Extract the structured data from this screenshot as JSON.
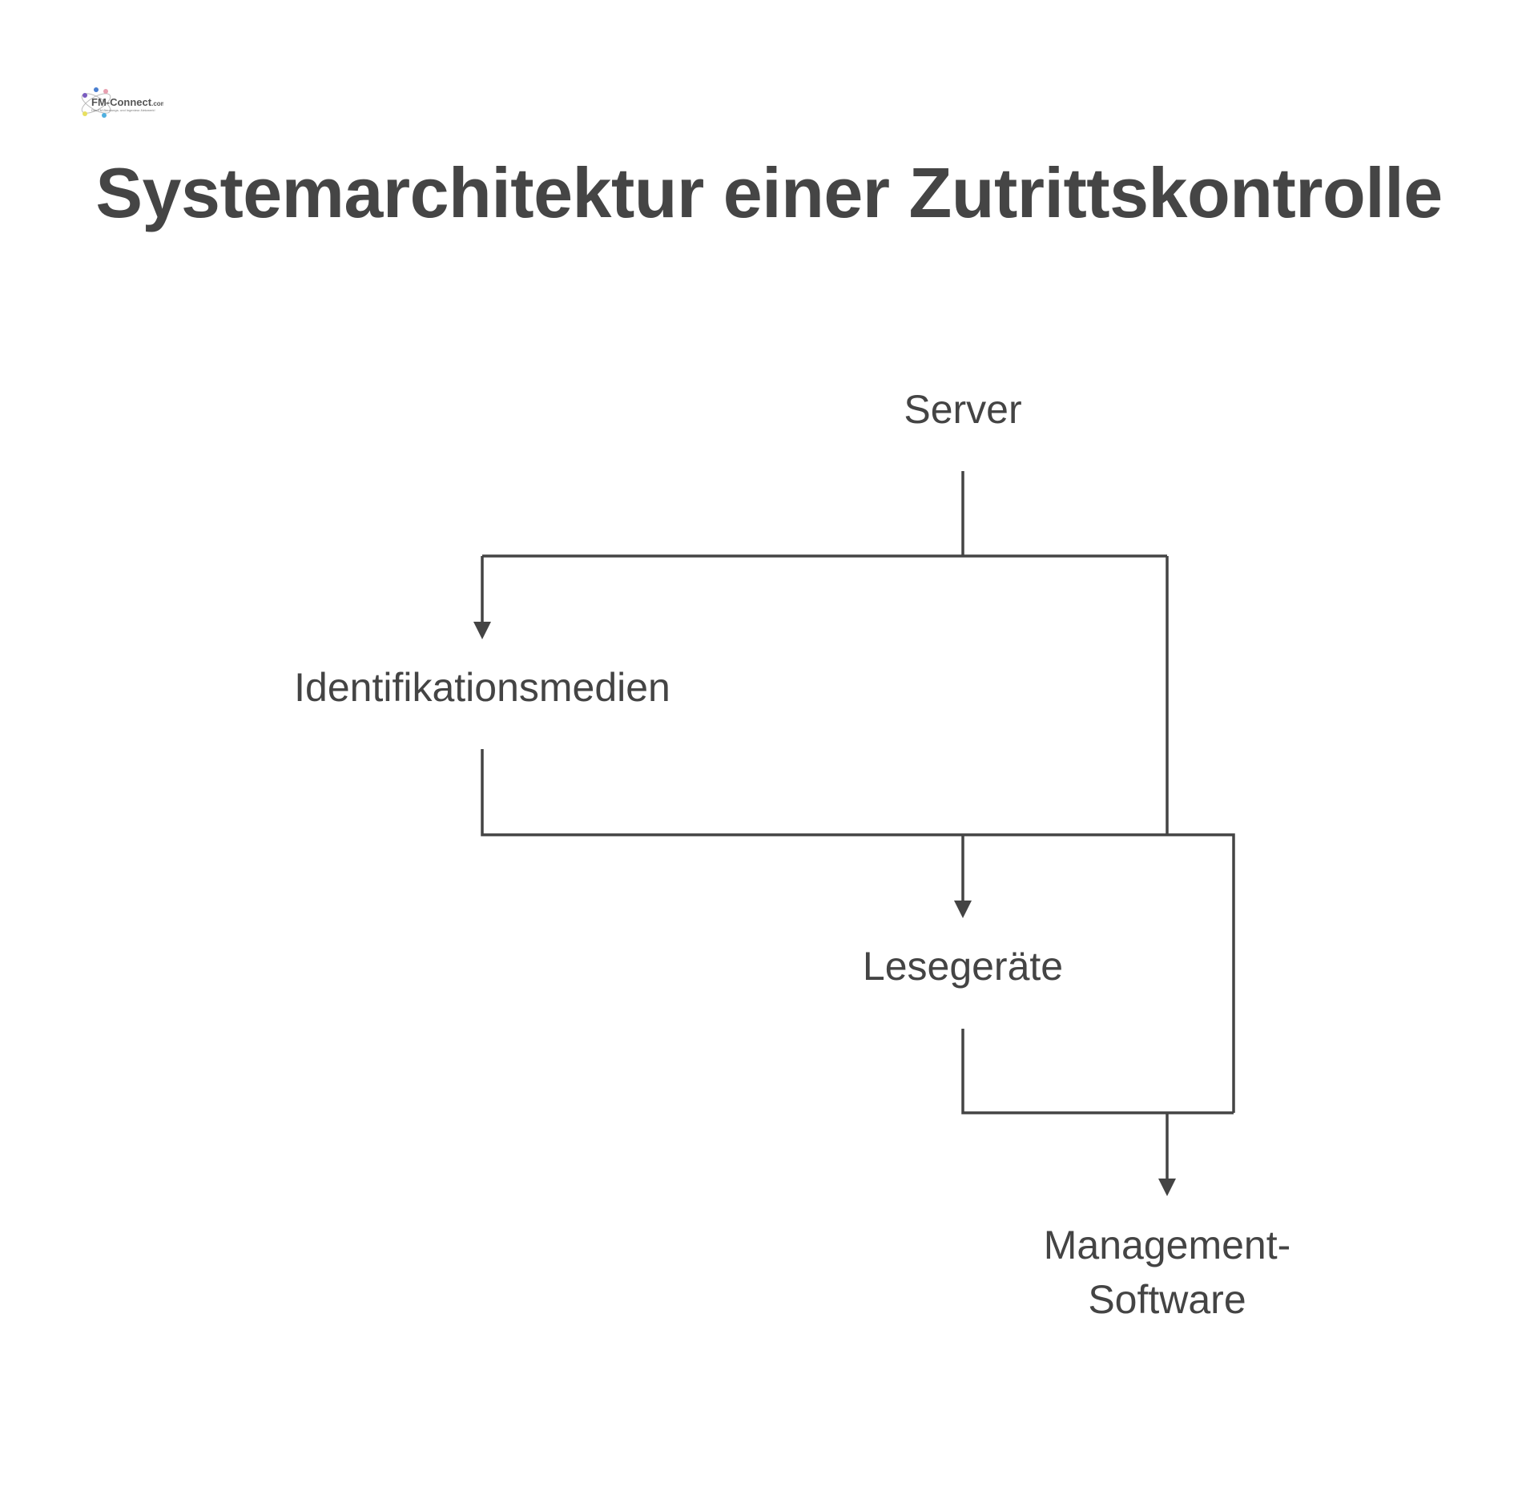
{
  "logo": {
    "text": "FM-Connect.com",
    "tagline": "Das FM-Beratungs- und Ingenieur-Netzwerk!"
  },
  "title": "Systemarchitektur einer Zutrittskontrolle",
  "nodes": {
    "server": "Server",
    "identifikationsmedien": "Identifikationsmedien",
    "lesegeraete": "Lesegeräte",
    "management_line1": "Management-",
    "management_line2": "Software"
  },
  "colors": {
    "line": "#444444",
    "text": "#444444"
  }
}
